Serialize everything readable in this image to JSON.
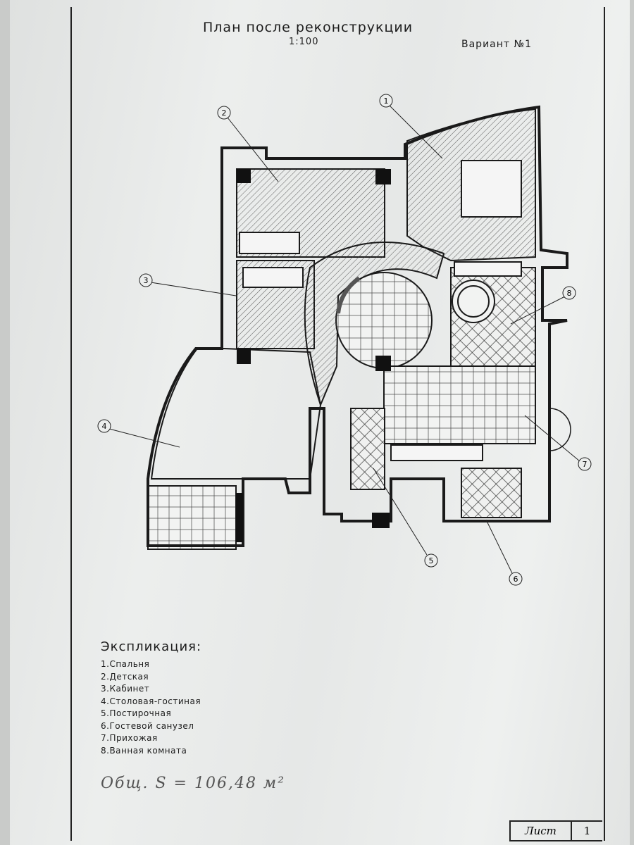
{
  "title": "План после реконструкции",
  "scale": "1:100",
  "variant": "Вариант №1",
  "legend": {
    "heading": "Экспликация:",
    "items": [
      "1.Спальня",
      "2.Детская",
      "3.Кабинет",
      "4.Столовая-гостиная",
      "5.Постирочная",
      "6.Гостевой санузел",
      "7.Прихожая",
      "8.Ванная комната"
    ]
  },
  "total_area": "Общ. S = 106,48 м²",
  "sheet": {
    "label": "Лист",
    "number": "1"
  },
  "callouts": [
    "1",
    "2",
    "3",
    "4",
    "5",
    "6",
    "7",
    "8"
  ]
}
